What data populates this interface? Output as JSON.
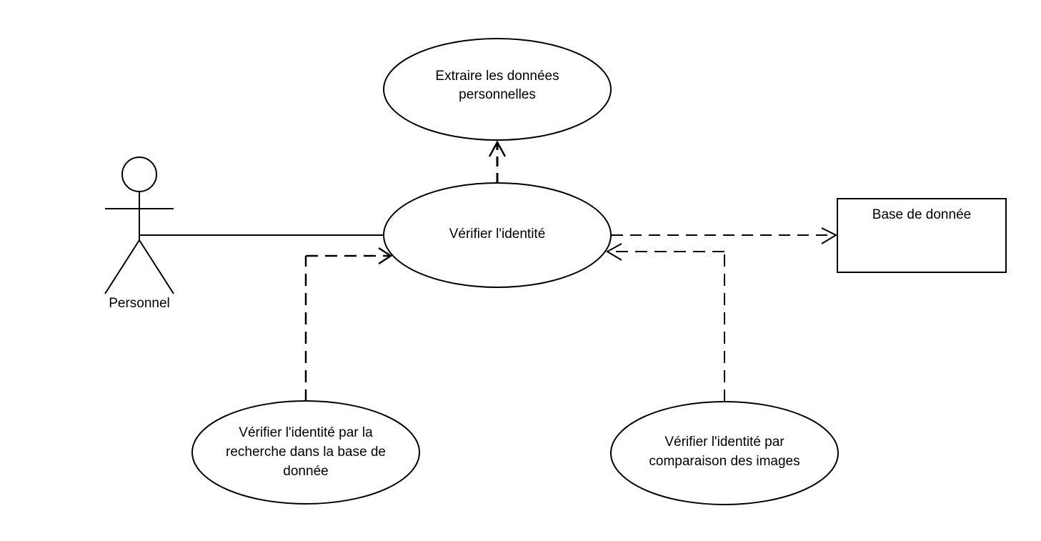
{
  "diagram": {
    "type": "use-case",
    "colors": {
      "stroke": "#000000",
      "fill": "#ffffff",
      "text": "#000000"
    },
    "actor": {
      "label": "Personnel"
    },
    "use_cases": {
      "extract": {
        "lines": [
          "Extraire les données",
          "personnelles"
        ]
      },
      "verify": {
        "lines": [
          "Vérifier l'identité"
        ]
      },
      "search_db": {
        "lines": [
          "Vérifier l'identité par la",
          "recherche dans la base de",
          "donnée"
        ]
      },
      "compare_images": {
        "lines": [
          "Vérifier l'identité par",
          "comparaison des images"
        ]
      }
    },
    "database": {
      "label": "Base de donnée"
    },
    "relations": [
      {
        "from": "actor",
        "to": "verify",
        "style": "solid association"
      },
      {
        "from": "verify",
        "to": "extract",
        "style": "dashed dependency"
      },
      {
        "from": "verify",
        "to": "database",
        "style": "dashed dependency"
      },
      {
        "from": "search_db",
        "to": "verify",
        "style": "dashed dependency"
      },
      {
        "from": "compare_images",
        "to": "verify",
        "style": "dashed dependency"
      }
    ]
  }
}
